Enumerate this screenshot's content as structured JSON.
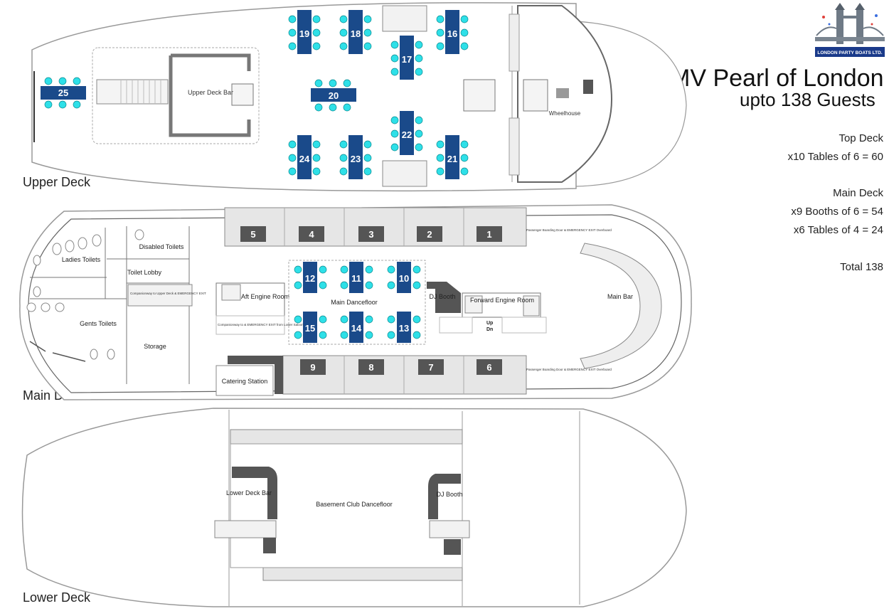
{
  "title": "MV Pearl of London",
  "subtitle": "upto 138 Guests",
  "logo_text": "LONDON PARTY BOATS LTD.",
  "decks": {
    "upper": "Upper Deck",
    "main": "Main Deck",
    "lower": "Lower Deck"
  },
  "summary": {
    "top_heading": "Top Deck",
    "top_line": "x10 Tables of 6 = 60",
    "main_heading": "Main Deck",
    "main_line1": "x9 Booths of 6 = 54",
    "main_line2": "x6 Tables of 4 = 24",
    "total": "Total 138"
  },
  "rooms": {
    "upper_deck_bar": "Upper Deck Bar",
    "wheelhouse": "Wheelhouse",
    "disabled_toilets": "Disabled Toilets",
    "ladies_toilets": "Ladies Toilets",
    "toilet_lobby": "Toilet Lobby",
    "gents_toilets": "Gents Toilets",
    "storage": "Storage",
    "aft_engine_room": "Aft Engine Room",
    "main_dancefloor": "Main Dancefloor",
    "dj_booth": "DJ Booth",
    "forward_engine_room": "Forward Engine Room",
    "main_bar": "Main Bar",
    "catering_station": "Catering Station",
    "lower_deck_bar": "Lower Deck Bar",
    "basement_club": "Basement Club Dancefloor",
    "lower_dj_booth": "DJ Booth",
    "up": "Up",
    "dn": "Dn"
  },
  "small_notes": {
    "boarding_door": "Passenger Boarding Door & EMERGENCY EXIT Overboard",
    "companionway_upper": "Companionway to Upper Deck & EMERGENCY EXIT",
    "companionway_lower": "Companionway to & EMERGENCY EXIT from Lower Saloon"
  },
  "tables": {
    "upper": [
      "16",
      "17",
      "18",
      "19",
      "20",
      "21",
      "22",
      "23",
      "24",
      "25"
    ],
    "main": [
      "10",
      "11",
      "12",
      "13",
      "14",
      "15"
    ]
  },
  "booths": {
    "top": [
      "1",
      "2",
      "3",
      "4",
      "5"
    ],
    "bottom": [
      "6",
      "7",
      "8",
      "9"
    ]
  },
  "colors": {
    "table": "#1a4a8a",
    "chair": "#2ee0e8",
    "booth": "#555555",
    "hull": "#888888"
  }
}
